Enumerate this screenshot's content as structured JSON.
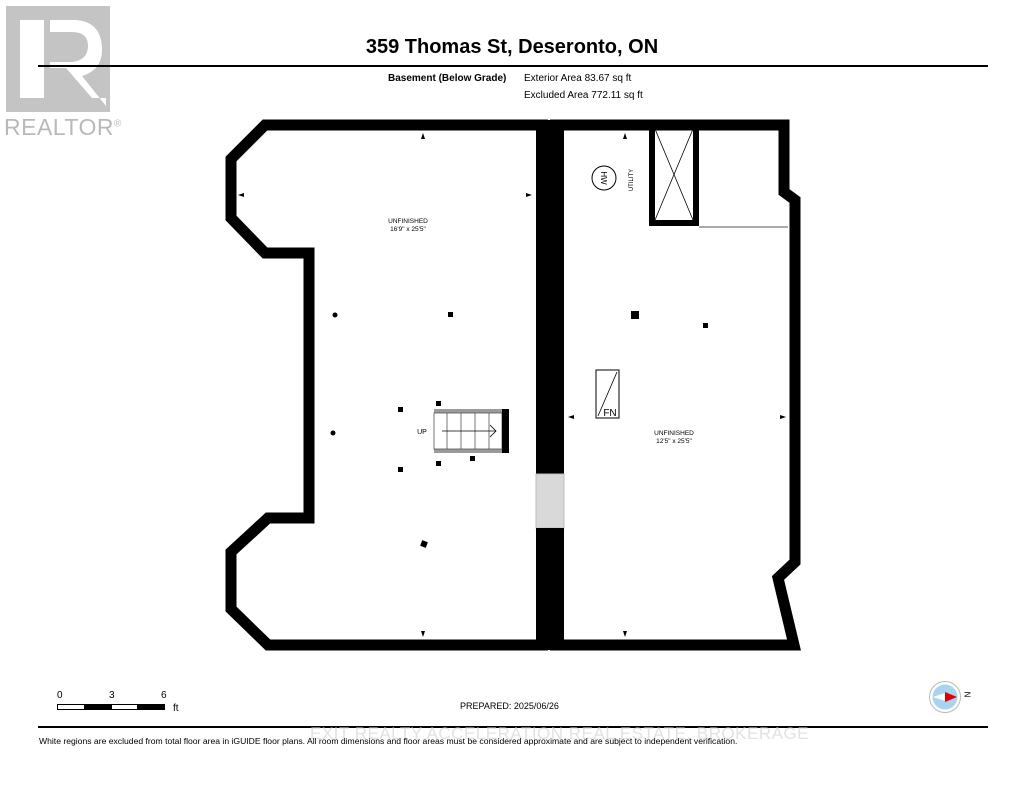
{
  "logo": {
    "text": "REALTOR",
    "registered_mark": "®",
    "color": "#c4c4c4"
  },
  "header": {
    "title": "359 Thomas St, Deseronto, ON",
    "floor_label": "Basement (Below Grade)",
    "exterior_area": "Exterior Area 83.67 sq ft",
    "excluded_area": "Excluded Area 772.11 sq ft"
  },
  "floor_plan": {
    "rooms": [
      {
        "name": "UNFINISHED",
        "dimensions": "16'9\" x 25'5\""
      },
      {
        "name": "UNFINISHED",
        "dimensions": "12'5\" x 25'5\""
      }
    ],
    "fixtures": {
      "water_heater": "HW",
      "utility": "UTILITY",
      "furnace": "FN",
      "stairs": "UP"
    },
    "colors": {
      "wall": "#000000",
      "opening": "#d9d9d9",
      "stair_rail": "#9a9a9a"
    }
  },
  "scale_bar": {
    "ticks": [
      "0",
      "3",
      "6"
    ],
    "unit": "ft"
  },
  "compass": {
    "label": "N",
    "ring_color": "#a8d4f0",
    "needle_color": "#e00000"
  },
  "footer": {
    "prepared": "PREPARED: 2025/06/26",
    "watermark": "EXIT REALTY ACCELERATION REAL ESTATE, BROKERAGE",
    "disclaimer": "White regions are excluded from total floor area in iGUIDE floor plans. All room dimensions and floor areas must be considered approximate and are subject to independent verification."
  }
}
